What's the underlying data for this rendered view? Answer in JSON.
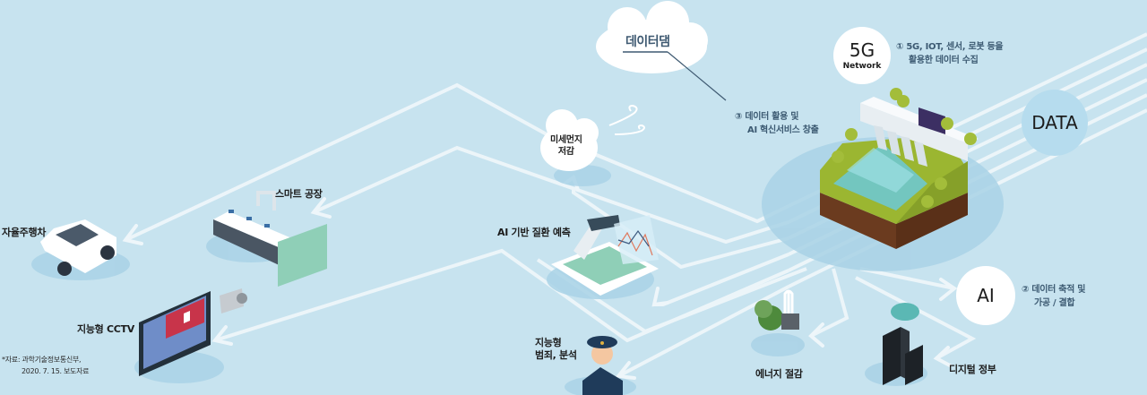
{
  "diagram": {
    "title": "데이터댐",
    "colors": {
      "background": "#c7e3ef",
      "flow_line": "#eef6fa",
      "shadow": "#a9d2e6",
      "note_text": "#3c5a72",
      "grass": "#9bb631",
      "soil": "#6b3b1f",
      "water": "#6fc8cf",
      "cctv_screen": "#c8344a"
    },
    "hubs": {
      "network": {
        "big": "5G",
        "small": "Network",
        "step_number": "①",
        "note_line1": "5G, IOT, 센서, 로봇 등을",
        "note_line2": "활용한 데이터 수집"
      },
      "data": {
        "big": "DATA"
      },
      "ai": {
        "big": "AI",
        "step_number": "②",
        "note_line1": "데이터 축적 및",
        "note_line2": "가공 / 결합"
      },
      "service": {
        "step_number": "③",
        "note_line1": "데이터 활용 및",
        "note_line2": "AI 혁신서비스 창출"
      }
    },
    "applications": [
      {
        "id": "fine-dust",
        "line1": "미세먼지",
        "line2": "저감"
      },
      {
        "id": "smart-factory",
        "label": "스마트 공장"
      },
      {
        "id": "autonomous-car",
        "label": "자율주행차"
      },
      {
        "id": "disease-prediction",
        "label": "AI 기반 질환 예측"
      },
      {
        "id": "intelligent-cctv",
        "label": "지능형 CCTV"
      },
      {
        "id": "crime-analysis",
        "line1": "지능형",
        "line2": "범죄, 분석"
      },
      {
        "id": "energy-saving",
        "label": "에너지 절감"
      },
      {
        "id": "digital-government",
        "label": "디지털 정부"
      }
    ],
    "source": {
      "line1": "*자료: 과학기술정보통신부,",
      "line2": "2020. 7. 15. 보도자료"
    }
  }
}
